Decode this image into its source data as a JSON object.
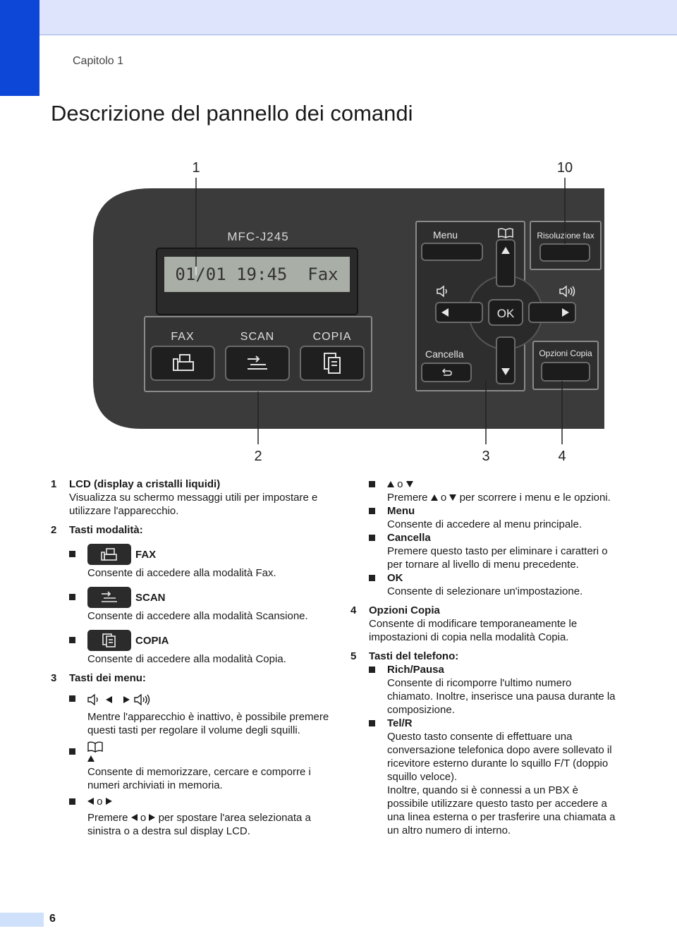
{
  "header": {
    "chapter": "Capitolo 1",
    "title": "Descrizione del pannello dei comandi"
  },
  "figure": {
    "callouts": [
      "1",
      "10",
      "2",
      "3",
      "4"
    ],
    "model": "MFC-J245",
    "lcd_text": "01/01 19:45  Fax",
    "mode_labels": [
      "FAX",
      "SCAN",
      "COPIA"
    ],
    "menu_label": "Menu",
    "res_fax_label": "Risoluzione fax",
    "cancel_label": "Cancella",
    "ok_label": "OK",
    "copy_opt_label": "Opzioni Copia",
    "colors": {
      "panel": "#3a3a3a",
      "panel_dark": "#2a2a2a",
      "lcd": "#a9afa6",
      "brand_blue": "#0d47d8"
    }
  },
  "left": {
    "item1_num": "1",
    "item1_title": "LCD (display a cristalli liquidi)",
    "item1_desc": "Visualizza su schermo messaggi utili per impostare e utilizzare l'apparecchio.",
    "item2_num": "2",
    "item2_title": "Tasti modalità:",
    "fax_label": "FAX",
    "fax_desc": "Consente di accedere alla modalità Fax.",
    "scan_label": "SCAN",
    "scan_desc": "Consente di accedere alla modalità Scansione.",
    "copia_label": "COPIA",
    "copia_desc": "Consente di accedere alla modalità Copia.",
    "item3_num": "3",
    "item3_title": "Tasti dei menu:",
    "vol_desc": "Mentre l'apparecchio è inattivo, è possibile premere questi tasti per regolare il volume degli squilli.",
    "book_desc": "Consente di memorizzare, cercare e comporre i numeri archiviati in memoria.",
    "lr_o": "o",
    "lr_desc_1": "Premere",
    "lr_desc_2": "o",
    "lr_desc_3": "per spostare l'area selezionata a sinistra o a destra sul display LCD."
  },
  "right": {
    "ud_o": "o",
    "ud_desc_1": "Premere",
    "ud_desc_2": "o",
    "ud_desc_3": "per scorrere i menu e le opzioni.",
    "menu_title": "Menu",
    "menu_desc": "Consente di accedere al menu principale.",
    "cancel_title": "Cancella",
    "cancel_desc": "Premere questo tasto per eliminare i caratteri o per tornare al livello di menu precedente.",
    "ok_title": "OK",
    "ok_desc": "Consente di selezionare un'impostazione.",
    "item4_num": "4",
    "item4_title": "Opzioni Copia",
    "item4_desc": "Consente di modificare temporaneamente le impostazioni di copia nella modalità Copia.",
    "item5_num": "5",
    "item5_title": "Tasti del telefono:",
    "rich_title": "Rich/Pausa",
    "rich_desc": "Consente di ricomporre l'ultimo numero chiamato. Inoltre, inserisce una pausa durante la composizione.",
    "tel_title": "Tel/R",
    "tel_desc_1": "Questo tasto consente di effettuare una conversazione telefonica dopo avere sollevato il ricevitore esterno durante lo squillo F/T (doppio squillo veloce).",
    "tel_desc_2": "Inoltre, quando si è connessi a un PBX è possibile utilizzare questo tasto per accedere a una linea esterna o per trasferire una chiamata a un altro numero di interno."
  },
  "footer": {
    "page_number": "6"
  }
}
